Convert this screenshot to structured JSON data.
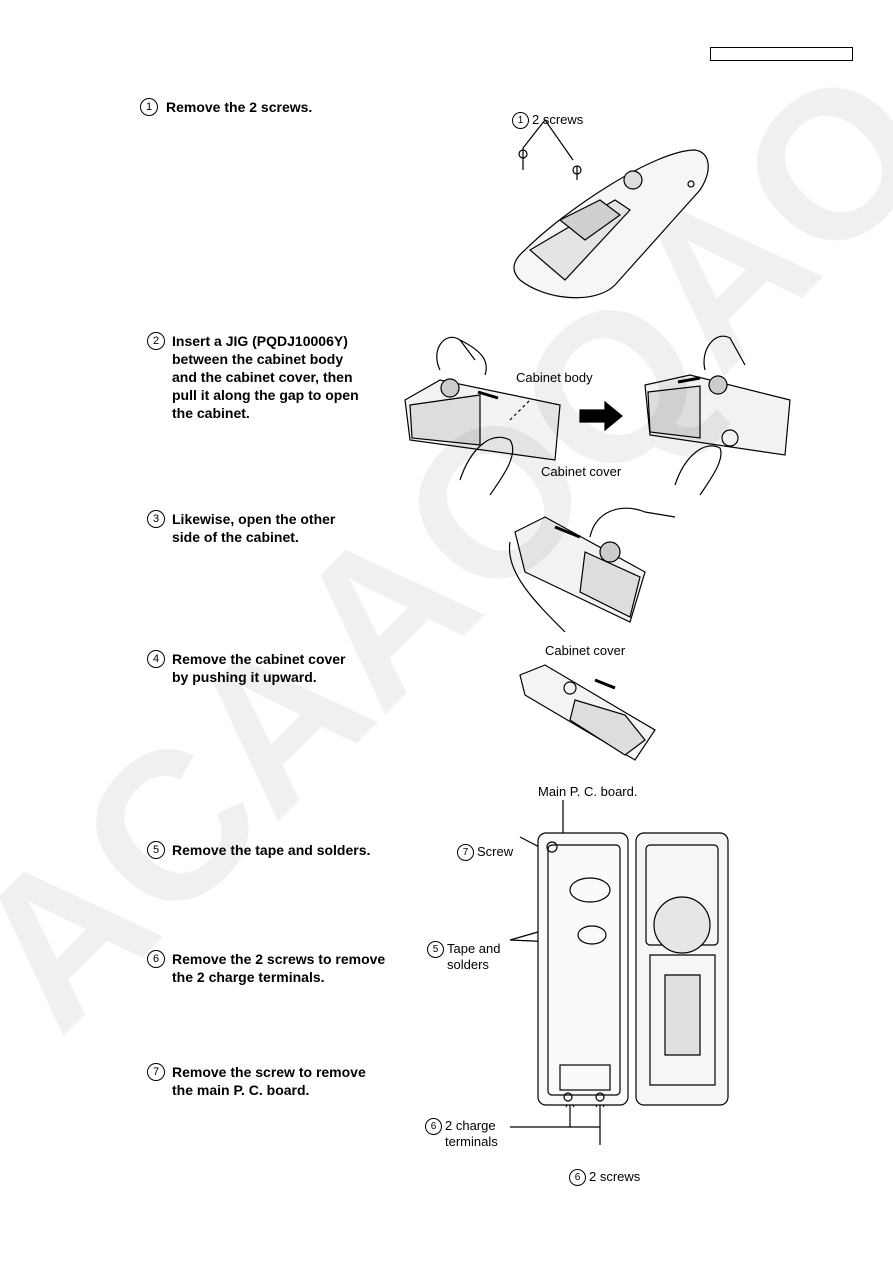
{
  "steps": [
    {
      "num": "1",
      "text": "Remove the 2 screws."
    },
    {
      "num": "2",
      "text": "Insert a JIG (PQDJ10006Y)\nbetween the cabinet body\nand the cabinet cover, then\npull it along the gap to open\nthe cabinet."
    },
    {
      "num": "3",
      "text": "Likewise, open the other\nside of the cabinet."
    },
    {
      "num": "4",
      "text": "Remove the cabinet cover\nby pushing it upward."
    },
    {
      "num": "5",
      "text": "Remove the tape and solders."
    },
    {
      "num": "6",
      "text": "Remove the 2 screws to remove\nthe 2 charge terminals."
    },
    {
      "num": "7",
      "text": "Remove the screw to remove\nthe main P. C. board."
    }
  ],
  "labels": {
    "screws_2": "2 screws",
    "cabinet_body": "Cabinet body",
    "cabinet_cover": "Cabinet cover",
    "cabinet_cover_2": "Cabinet cover",
    "main_pcb": "Main P. C. board.",
    "screw": "Screw",
    "tape_solders": "Tape and\nsolders",
    "charge_terminals": "2 charge\nterminals",
    "screws_bottom": "2 screws"
  },
  "label_nums": {
    "one": "1",
    "seven": "7",
    "five": "5",
    "six_a": "6",
    "six_b": "6"
  },
  "watermark": "ACAAOQAO"
}
